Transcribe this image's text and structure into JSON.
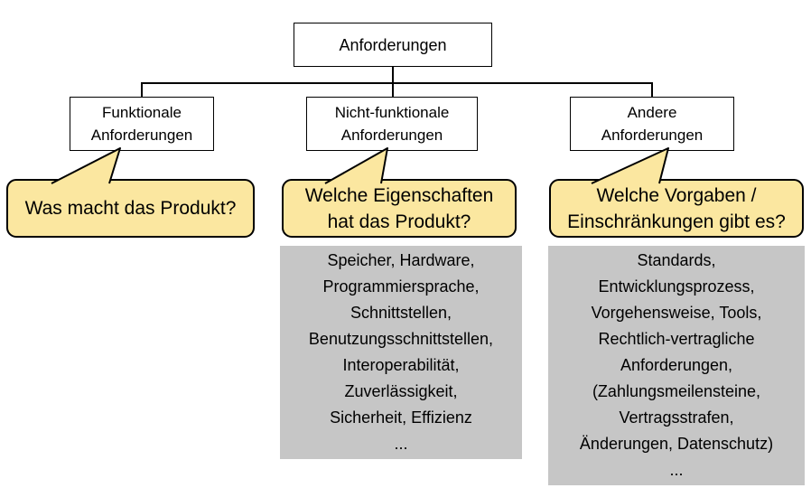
{
  "diagram": {
    "root_label": "Anforderungen",
    "branches": [
      {
        "label": [
          "Funktionale",
          "Anforderungen"
        ],
        "question": [
          "Was macht das Produkt?"
        ]
      },
      {
        "label": [
          "Nicht-funktionale",
          "Anforderungen"
        ],
        "question": [
          "Welche Eigenschaften",
          "hat das Produkt?"
        ],
        "examples": [
          "Speicher, Hardware,",
          "Programmiersprache,",
          "Schnittstellen,",
          "Benutzungsschnittstellen,",
          "Interoperabilität,",
          "Zuverlässigkeit,",
          "Sicherheit, Effizienz",
          "..."
        ]
      },
      {
        "label": [
          "Andere",
          "Anforderungen"
        ],
        "question": [
          "Welche Vorgaben /",
          "Einschränkungen gibt es?"
        ],
        "examples": [
          "Standards,",
          "Entwicklungsprozess,",
          "Vorgehensweise, Tools,",
          "Rechtlich-vertragliche",
          "Anforderungen,",
          "(Zahlungsmeilensteine,",
          "Vertragsstrafen,",
          "Änderungen, Datenschutz)",
          "..."
        ]
      }
    ],
    "colors": {
      "bubble_fill": "#FBE7A0",
      "bubble_border": "#000000",
      "node_fill": "#FFFFFF",
      "node_border": "#000000",
      "examples_fill": "#C6C6C6",
      "connector": "#000000",
      "text": "#000000",
      "background": "#FFFFFF"
    }
  }
}
